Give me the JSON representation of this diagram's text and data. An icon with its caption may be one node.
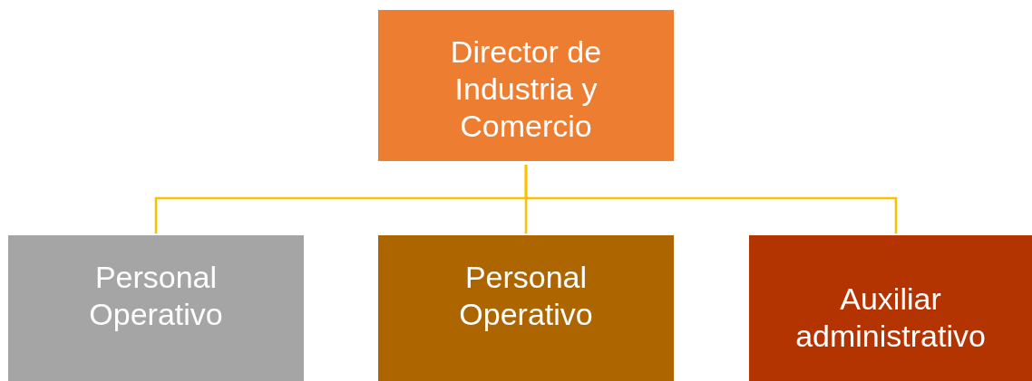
{
  "diagram": {
    "nodes": [
      {
        "text": [
          "Director de Industria y Comercio"
        ]
      },
      {
        "text": [
          "Personal Operativo"
        ]
      },
      {
        "text": [
          "Personal Operativo"
        ]
      },
      {
        "text": [
          "Auxiliar administrativo"
        ]
      }
    ],
    "edges": [
      {
        "from": 0,
        "to": 1,
        "arrow": "none"
      },
      {
        "from": 0,
        "to": 2,
        "arrow": "none"
      },
      {
        "from": 0,
        "to": 3,
        "arrow": "none"
      }
    ]
  }
}
